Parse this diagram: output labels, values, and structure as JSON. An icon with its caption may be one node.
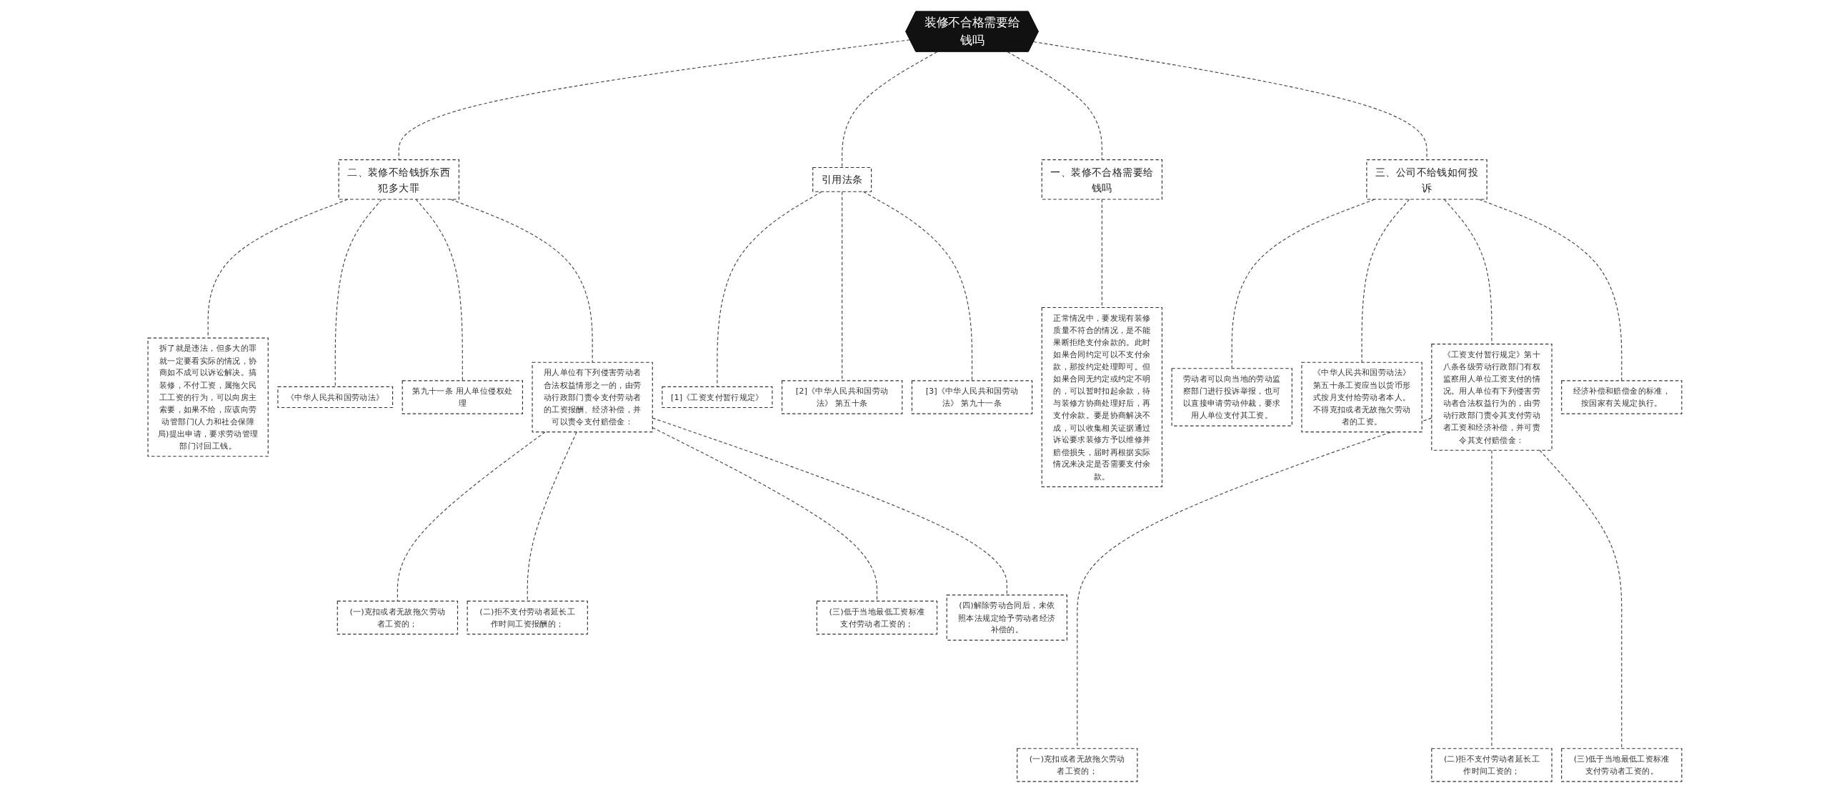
{
  "diagram": {
    "nodes": [
      {
        "text": [
          "装修不合格需要给钱吗"
        ]
      },
      {
        "text": [
          "二、装修不给钱拆东西犯多大罪"
        ]
      },
      {
        "text": [
          "拆了就是违法，但多大的罪就一定要看实际的情况，协商如不成可以诉讼解决。搞装修，不付工资，属拖欠民工工资的行为，可以向房主索要，如果不给，应该向劳动管部门(人力和社会保障局)提出申请，要求劳动管理部门讨回工钱。"
        ]
      },
      {
        "text": [
          "《中华人民共和国劳动法》"
        ]
      },
      {
        "text": [
          "第九十一条 用人单位侵权处理"
        ]
      },
      {
        "text": [
          "用人单位有下列侵害劳动者合法权益情形之一的，由劳动行政部门责令支付劳动者的工资报酬、经济补偿，并可以责令支付赔偿金："
        ]
      },
      {
        "text": [
          "(一)克扣或者无故拖欠劳动者工资的；"
        ]
      },
      {
        "text": [
          "(二)拒不支付劳动者延长工作时间工资报酬的；"
        ]
      },
      {
        "text": [
          "(三)低于当地最低工资标准支付劳动者工资的；"
        ]
      },
      {
        "text": [
          "(四)解除劳动合同后，未依照本法规定给予劳动者经济补偿的。"
        ]
      },
      {
        "text": [
          "引用法条"
        ]
      },
      {
        "text": [
          "[1]《工资支付暂行规定》"
        ]
      },
      {
        "text": [
          "[2]《中华人民共和国劳动法》 第五十条"
        ]
      },
      {
        "text": [
          "[3]《中华人民共和国劳动法》 第九十一条"
        ]
      },
      {
        "text": [
          "一、装修不合格需要给钱吗"
        ]
      },
      {
        "text": [
          "正常情况中，要发现有装修质量不符合的情况，是不能果断拒绝支付余款的。此时如果合同约定可以不支付余款，那按约定处理即可。但如果合同无约定或约定不明的，可以暂时扣起余款，待与装修方协商处理好后，再支付余款。要是协商解决不成，可以收集相关证据通过诉讼要求装修方予以维修并赔偿损失，届时再根据实际情况来决定是否需要支付余款。"
        ]
      },
      {
        "text": [
          "三、公司不给钱如何投诉"
        ]
      },
      {
        "text": [
          "劳动者可以向当地的劳动监察部门进行投诉举报，也可以直接申请劳动仲裁，要求用人单位支付其工资。"
        ]
      },
      {
        "text": [
          "《中华人民共和国劳动法》第五十条工资应当以货币形式按月支付给劳动者本人。不得克扣或者无故拖欠劳动者的工资。"
        ]
      },
      {
        "text": [
          "《工资支付暂行规定》第十八条各级劳动行政部门有权监察用人单位工资支付的情况。用人单位有下列侵害劳动者合法权益行为的，由劳动行政部门责令其支付劳动者工资和经济补偿，并可责令其支付赔偿金："
        ]
      },
      {
        "text": [
          "(一)克扣或者无故拖欠劳动者工资的；"
        ]
      },
      {
        "text": [
          "(二)拒不支付劳动者延长工作时间工资的；"
        ]
      },
      {
        "text": [
          "(三)低于当地最低工资标准支付劳动者工资的。"
        ]
      },
      {
        "text": [
          "经济补偿和赔偿金的标准，按国家有关规定执行。"
        ]
      }
    ],
    "edges": [
      {
        "from": 0,
        "to": 1,
        "arrow": "none",
        "style": "dashed"
      },
      {
        "from": 1,
        "to": 2,
        "arrow": "none",
        "style": "dashed"
      },
      {
        "from": 1,
        "to": 3,
        "arrow": "none",
        "style": "dashed"
      },
      {
        "from": 1,
        "to": 4,
        "arrow": "none",
        "style": "dashed"
      },
      {
        "from": 1,
        "to": 5,
        "arrow": "none",
        "style": "dashed"
      },
      {
        "from": 5,
        "to": 6,
        "arrow": "none",
        "style": "dashed"
      },
      {
        "from": 5,
        "to": 7,
        "arrow": "none",
        "style": "dashed"
      },
      {
        "from": 5,
        "to": 8,
        "arrow": "none",
        "style": "dashed"
      },
      {
        "from": 5,
        "to": 9,
        "arrow": "none",
        "style": "dashed"
      },
      {
        "from": 0,
        "to": 10,
        "arrow": "none",
        "style": "dashed"
      },
      {
        "from": 10,
        "to": 11,
        "arrow": "none",
        "style": "dashed"
      },
      {
        "from": 10,
        "to": 12,
        "arrow": "none",
        "style": "dashed"
      },
      {
        "from": 10,
        "to": 13,
        "arrow": "none",
        "style": "dashed"
      },
      {
        "from": 0,
        "to": 14,
        "arrow": "none",
        "style": "dashed"
      },
      {
        "from": 14,
        "to": 15,
        "arrow": "none",
        "style": "dashed"
      },
      {
        "from": 0,
        "to": 16,
        "arrow": "none",
        "style": "dashed"
      },
      {
        "from": 16,
        "to": 17,
        "arrow": "none",
        "style": "dashed"
      },
      {
        "from": 16,
        "to": 18,
        "arrow": "none",
        "style": "dashed"
      },
      {
        "from": 16,
        "to": 19,
        "arrow": "none",
        "style": "dashed"
      },
      {
        "from": 19,
        "to": 20,
        "arrow": "none",
        "style": "dashed"
      },
      {
        "from": 19,
        "to": 21,
        "arrow": "none",
        "style": "dashed"
      },
      {
        "from": 19,
        "to": 22,
        "arrow": "none",
        "style": "dashed"
      },
      {
        "from": 16,
        "to": 23,
        "arrow": "none",
        "style": "dashed"
      }
    ]
  }
}
